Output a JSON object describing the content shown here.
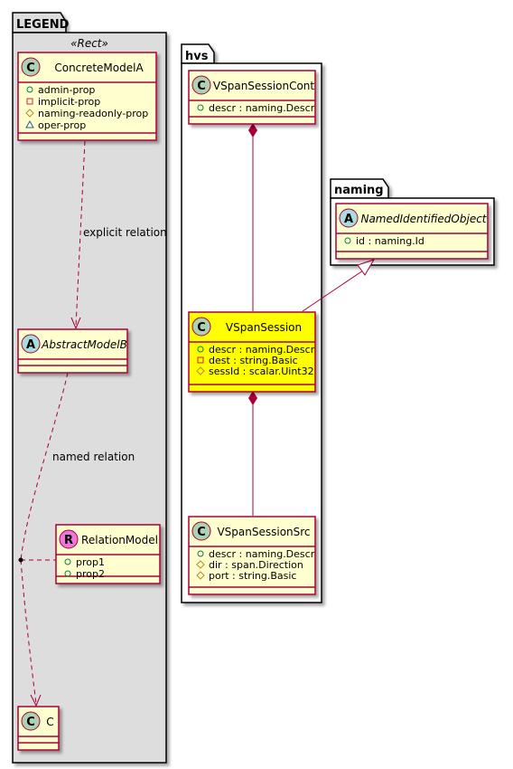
{
  "colors": {
    "class_fill": "#FEFECE",
    "class_border": "#A80036",
    "highlight_fill": "#FFFF00",
    "legend_fill": "#DDDDDD",
    "package_fill": "#FFFFFF",
    "relation": "#A80036",
    "badge_class": "#ADD1B2",
    "badge_abstract": "#A9DCDF",
    "badge_relation": "#EB77D8"
  },
  "packages": {
    "legend": {
      "name": "LEGEND",
      "stereotype": "«Rect»"
    },
    "hvs": {
      "name": "hvs"
    },
    "naming": {
      "name": "naming"
    }
  },
  "classes": {
    "concrete_model_a": {
      "badge": "C",
      "name": "ConcreteModelA",
      "attributes": [
        {
          "marker": "+",
          "text": "admin-prop"
        },
        {
          "marker": "-",
          "text": "implicit-prop"
        },
        {
          "marker": "#",
          "text": "naming-readonly-prop"
        },
        {
          "marker": "~",
          "text": "oper-prop"
        }
      ]
    },
    "abstract_model_b": {
      "badge": "A",
      "name": "AbstractModelB",
      "attributes": []
    },
    "relation_model": {
      "badge": "R",
      "name": "RelationModel",
      "attributes": [
        {
          "marker": "+",
          "text": "prop1"
        },
        {
          "marker": "+",
          "text": "prop2"
        }
      ]
    },
    "c": {
      "badge": "C",
      "name": "C",
      "attributes": []
    },
    "vspan_session_cont": {
      "badge": "C",
      "name": "VSpanSessionCont",
      "attributes": [
        {
          "marker": "+",
          "text": "descr : naming.Descr"
        }
      ]
    },
    "vspan_session": {
      "badge": "C",
      "name": "VSpanSession",
      "attributes": [
        {
          "marker": "+",
          "text": "descr : naming.Descr"
        },
        {
          "marker": "-",
          "text": "dest : string.Basic"
        },
        {
          "marker": "#",
          "text": "sessId : scalar.Uint32"
        }
      ]
    },
    "vspan_session_src": {
      "badge": "C",
      "name": "VSpanSessionSrc",
      "attributes": [
        {
          "marker": "+",
          "text": "descr : naming.Descr"
        },
        {
          "marker": "#",
          "text": "dir : span.Direction"
        },
        {
          "marker": "#",
          "text": "port : string.Basic"
        }
      ]
    },
    "named_identified_object": {
      "badge": "A",
      "name": "NamedIdentifiedObject",
      "attributes": [
        {
          "marker": "+",
          "text": "id : naming.Id"
        }
      ]
    }
  },
  "relations": {
    "explicit_label": "explicit relation",
    "named_label": "named relation"
  }
}
